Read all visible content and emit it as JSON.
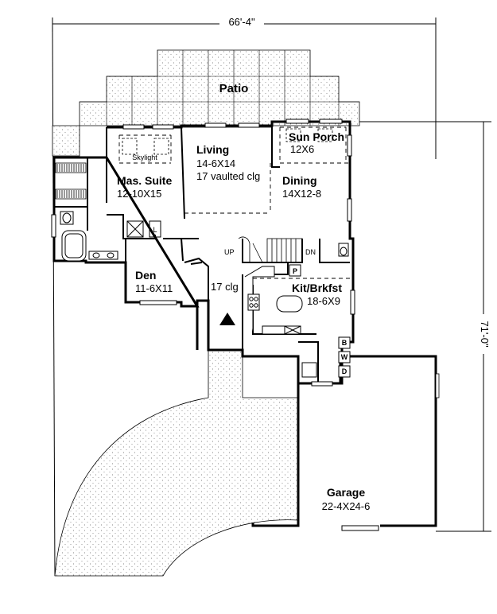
{
  "dimensions": {
    "width_label": "66'-4\"",
    "depth_label": "71'-0\""
  },
  "rooms": {
    "patio": {
      "name": "Patio"
    },
    "sun_porch": {
      "name": "Sun Porch",
      "size": "12X6"
    },
    "living": {
      "name": "Living",
      "size": "14-6X14",
      "note": "17 vaulted clg"
    },
    "master_suite": {
      "name": "Mas. Suite",
      "size": "12-10X15",
      "feature": "Skylight"
    },
    "dining": {
      "name": "Dining",
      "size": "14X12-8"
    },
    "den": {
      "name": "Den",
      "size": "11-6X11"
    },
    "foyer": {
      "note": "17 clg"
    },
    "kitchen": {
      "name": "Kit/Brkfst",
      "size": "18-6X9"
    },
    "garage": {
      "name": "Garage",
      "size": "22-4X24-6"
    }
  },
  "stairs": {
    "up": "UP",
    "down": "DN"
  },
  "small_labels": {
    "linen": "L",
    "pantry": "P",
    "bench": "B",
    "washer": "W",
    "dryer": "D"
  }
}
